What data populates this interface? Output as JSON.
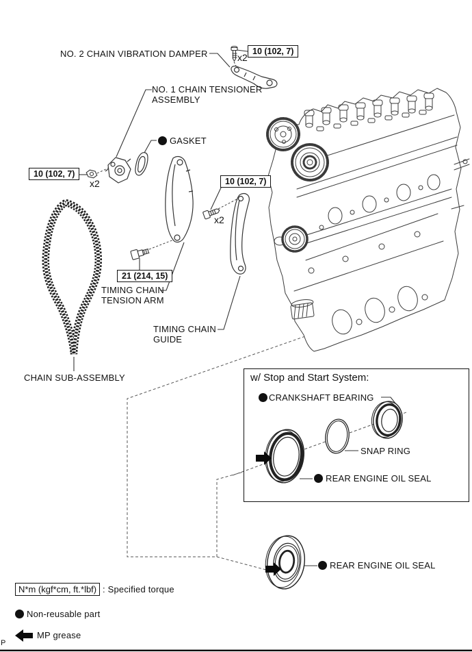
{
  "diagram": {
    "parts": {
      "damper": "NO. 2 CHAIN VIBRATION DAMPER",
      "tensioner_line1": "NO. 1 CHAIN TENSIONER",
      "tensioner_line2": "ASSEMBLY",
      "gasket": "GASKET",
      "tension_arm_line1": "TIMING CHAIN",
      "tension_arm_line2": "TENSION ARM",
      "guide_line1": "TIMING CHAIN",
      "guide_line2": "GUIDE",
      "chain": "CHAIN SUB-ASSEMBLY"
    },
    "torques": {
      "t10": "10 (102, 7)",
      "t21": "21 (214, 15)",
      "qty2": "x2"
    },
    "inset": {
      "title": "w/ Stop and Start System:",
      "crankshaft_bearing": "CRANKSHAFT BEARING",
      "snap_ring": "SNAP RING",
      "rear_oil_seal": "REAR ENGINE OIL SEAL"
    },
    "bottom_seal_label": "REAR ENGINE OIL SEAL",
    "legend": {
      "torque_unit": "N*m (kgf*cm, ft.*lbf)",
      "torque_desc": ": Specified torque",
      "non_reusable": "Non-reusable part",
      "mp_grease": "MP grease"
    },
    "page_letter": "P",
    "colors": {
      "line": "#3a3a3a",
      "text": "#111111",
      "background": "#ffffff"
    }
  }
}
